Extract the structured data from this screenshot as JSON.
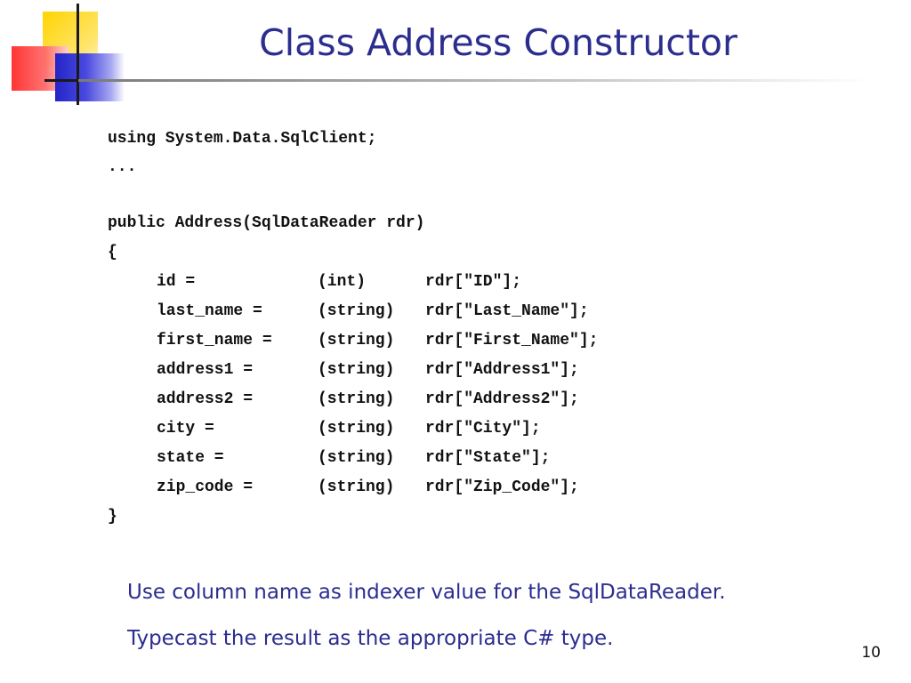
{
  "slide": {
    "title": "Class Address Constructor",
    "page_number": "10"
  },
  "code": {
    "using_line": "using System.Data.SqlClient;",
    "ellipsis_line": "...",
    "signature_line": "public Address(SqlDataReader rdr)",
    "open_brace": "{",
    "assignments": [
      {
        "field": "id =",
        "cast": "(int)",
        "expr": "rdr[\"ID\"];"
      },
      {
        "field": "last_name =",
        "cast": "(string)",
        "expr": "rdr[\"Last_Name\"];"
      },
      {
        "field": "first_name =",
        "cast": "(string)",
        "expr": "rdr[\"First_Name\"];"
      },
      {
        "field": "address1 =",
        "cast": "(string)",
        "expr": "rdr[\"Address1\"];"
      },
      {
        "field": "address2 =",
        "cast": "(string)",
        "expr": "rdr[\"Address2\"];"
      },
      {
        "field": "city =",
        "cast": "(string)",
        "expr": "rdr[\"City\"];"
      },
      {
        "field": "state =",
        "cast": "(string)",
        "expr": "rdr[\"State\"];"
      },
      {
        "field": "zip_code =",
        "cast": "(string)",
        "expr": "rdr[\"Zip_Code\"];"
      }
    ],
    "close_brace": "}"
  },
  "notes": [
    "Use column name as indexer value for the SqlDataReader.",
    "Typecast the result as the appropriate C# type."
  ],
  "colors": {
    "title": "#2b2d8f",
    "notes": "#2b2d8f",
    "code": "#111111"
  }
}
